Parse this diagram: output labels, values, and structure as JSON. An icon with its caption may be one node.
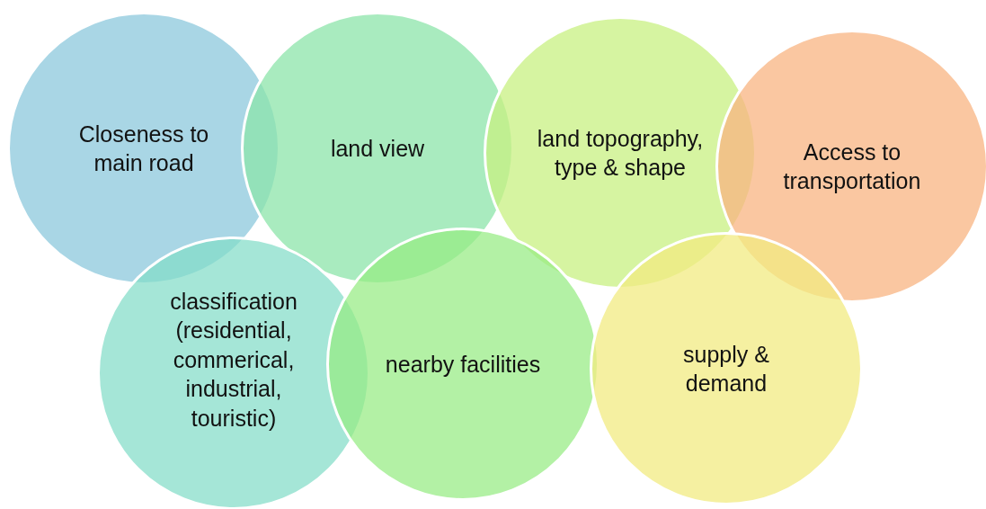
{
  "diagram": {
    "nodes": [
      {
        "text": [
          "Closeness to main road"
        ]
      },
      {
        "text": [
          "land view"
        ]
      },
      {
        "text": [
          "land topography, type & shape"
        ]
      },
      {
        "text": [
          "Access to transportation"
        ]
      },
      {
        "text": [
          "classification (residential, commerical, industrial, touristic)"
        ]
      },
      {
        "text": [
          "nearby facilities"
        ]
      },
      {
        "text": [
          "supply & demand"
        ]
      }
    ]
  }
}
